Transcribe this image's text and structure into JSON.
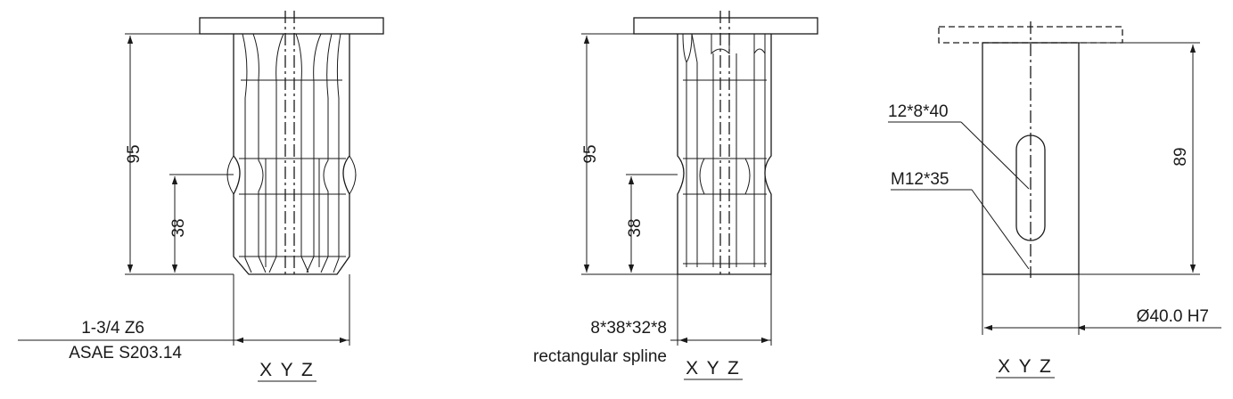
{
  "views": [
    {
      "dim_overall": "95",
      "dim_lower": "38",
      "label_lines": [
        "1-3/4 Z6",
        "ASAE S203.14"
      ],
      "width_label": "X Y Z"
    },
    {
      "dim_overall": "95",
      "dim_lower": "38",
      "label_lines": [
        "8*38*32*8",
        "rectangular spline"
      ],
      "width_label": "X Y Z"
    },
    {
      "dim_overall": "89",
      "callout_slot": "12*8*40",
      "callout_thread": "M12*35",
      "bore": "Ø40.0 H7",
      "width_label": "X Y Z"
    }
  ]
}
